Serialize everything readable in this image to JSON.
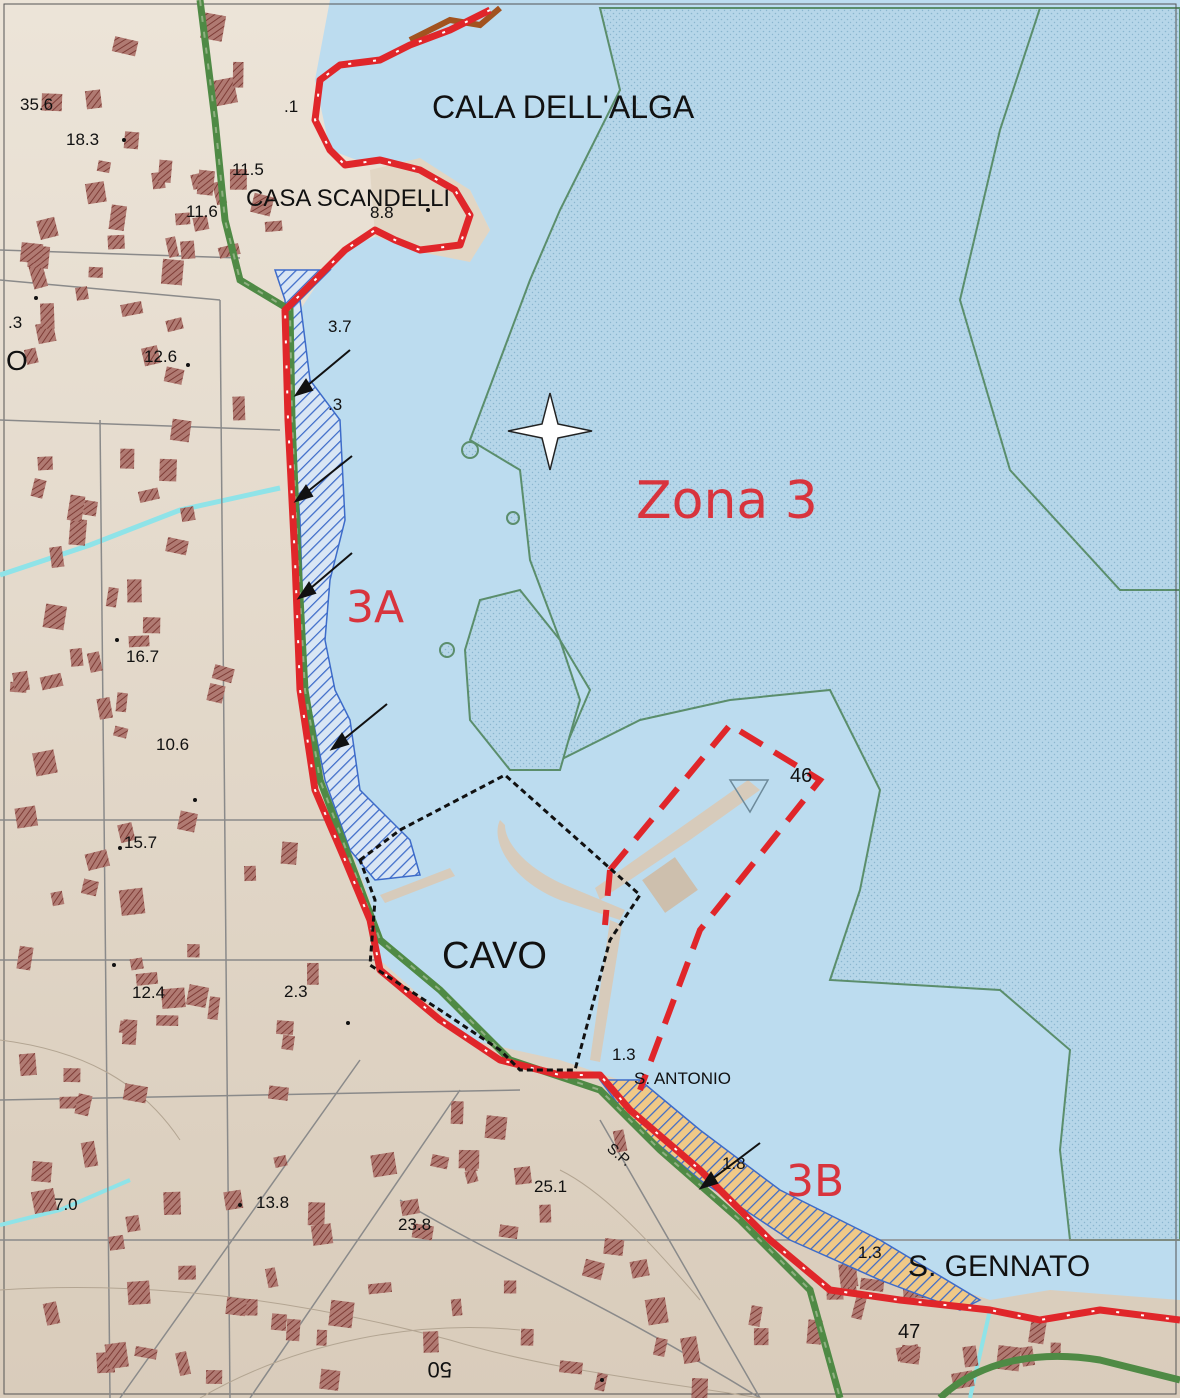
{
  "place_names": {
    "cala": "CALA   DELL'ALGA",
    "casa": "CASA  SCANDELLI",
    "cavo": "CAVO",
    "antonio": "S. ANTONIO",
    "gennato": "S. GENNATO",
    "sp": "S.P."
  },
  "zone_labels": {
    "zona3": "Zona 3",
    "z3a": "3A",
    "z3b": "3B"
  },
  "elevations": {
    "e1": "35.6",
    "e2": "18.3",
    "e3": ".1",
    "e4": "11.5",
    "e5": "11.6",
    "e6": "8.8",
    "e7": "3.7",
    "e8": ".3",
    "e9": ".3",
    "e10": "12.6",
    "e11": "16.7",
    "e12": "10.6",
    "e13": "15.7",
    "e14": "12.4",
    "e15": "2.3",
    "e16": "1.3",
    "e17": "46",
    "e18": "1.8",
    "e19": "25.1",
    "e20": "13.8",
    "e21": "23.8",
    "e22": "7.0",
    "e23": "1.3",
    "e24": "47",
    "e25": "50",
    "e26": "O"
  },
  "colors": {
    "sea": "#bcdcef",
    "sea_stipple": "#9fc7dc",
    "land": "#e7ddd1",
    "building": "#9a5b55",
    "coast_red": "#e0262a",
    "path_green": "#4f8a45",
    "hatch_blue": "#3d6bc9",
    "zone_text": "#d8343d",
    "black_boundary": "#111111",
    "river": "#7fe0e6"
  }
}
